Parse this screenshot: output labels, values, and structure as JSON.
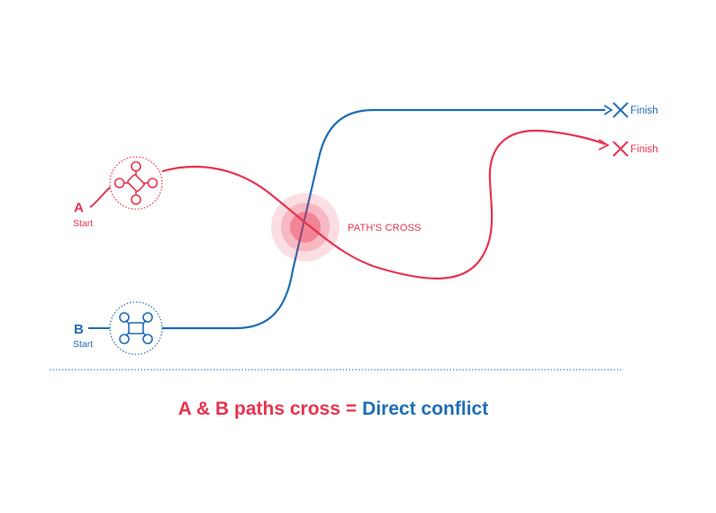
{
  "colors": {
    "red": "#e8334f",
    "blue": "#1f6db4",
    "white": "#ffffff"
  },
  "drone_a": {
    "letter": "A",
    "sub_label": "Start",
    "icon": "drone-icon"
  },
  "drone_b": {
    "letter": "B",
    "sub_label": "Start",
    "icon": "drone-icon"
  },
  "finish_a": {
    "label": "Finish",
    "icon": "x-mark-icon"
  },
  "finish_b": {
    "label": "Finish",
    "icon": "x-mark-icon"
  },
  "cross_point": {
    "label": "PATH'S CROSS"
  },
  "caption": {
    "part1": "A & B paths cross",
    "equals": "=",
    "part2": "Direct conflict"
  }
}
